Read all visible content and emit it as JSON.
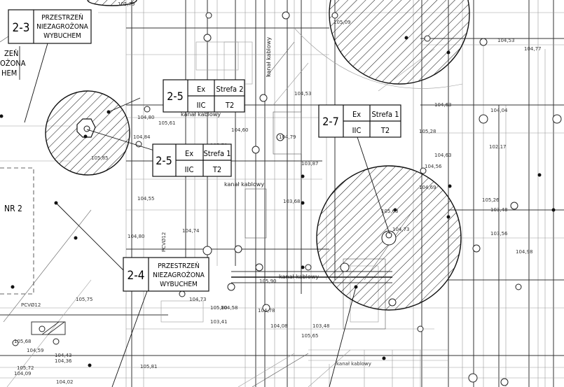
{
  "boxes": {
    "z23": {
      "code": "2-3",
      "line1": "PRZESTRZEŃ",
      "line2": "NIEZAGROŻONA",
      "line3": "WYBUCHEM"
    },
    "z24": {
      "code": "2-4",
      "line1": "PRZESTRZEŃ",
      "line2": "NIEZAGROŻONA",
      "line3": "WYBUCHEM"
    },
    "z25a": {
      "code": "2-5",
      "ex": "Ex",
      "strefa": "Strefa 2",
      "group": "IIC",
      "temp": "T2"
    },
    "z25b": {
      "code": "2-5",
      "ex": "Ex",
      "strefa": "Strefa 1",
      "group": "IIC",
      "temp": "T2"
    },
    "z27": {
      "code": "2-7",
      "ex": "Ex",
      "strefa": "Strefa 1",
      "group": "IIC",
      "temp": "T2"
    }
  },
  "edge_text": {
    "left_fragment_1": "ZEŃ",
    "left_fragment_2": "OŻONA",
    "left_fragment_3": "HEM",
    "nr2": "NR 2"
  },
  "labels": {
    "kanal_kablowy_1": "kanał kablowy",
    "kanal_kablowy_2": "kanał kablowy",
    "kanal_kablowy_3": "kanał kablowy",
    "kanal_kablowy_4": "kanał kablowy",
    "kanal_kablowy_vert": "kanał kablowy",
    "pcv1": "PCVØ12",
    "pcv2": "PCVØ12",
    "elev": [
      "105,79",
      "104,80",
      "105,61",
      "104,84",
      "104,60",
      "104,79",
      "105,85",
      "105,70",
      "104,53",
      "105,09",
      "104,63",
      "105,28",
      "104,56",
      "104,69",
      "105,26",
      "103,48",
      "103,56",
      "104,98",
      "104,74",
      "104,80",
      "104,73",
      "105,80",
      "105,90",
      "104,78",
      "104,58",
      "103,41",
      "104,08",
      "103,48",
      "105,65",
      "104,43",
      "104,36",
      "105,72",
      "104,09",
      "104,02",
      "105,81",
      "104,77",
      "104,53",
      "102,17",
      "104,63",
      "104,04",
      "105,68",
      "104,59",
      "105,75",
      "104,55",
      "103,87",
      "103,68",
      "104,73",
      "105,63"
    ]
  },
  "icons": [
    "zone-hatch-icon",
    "lamp-post-icon",
    "manhole-icon"
  ]
}
